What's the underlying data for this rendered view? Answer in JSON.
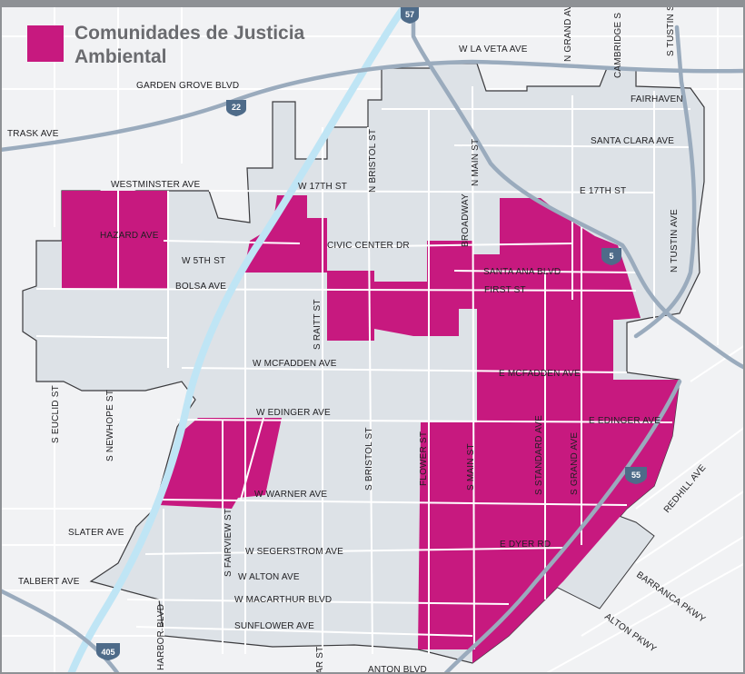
{
  "legend": {
    "title": "Comunidades de Justicia Ambiental",
    "color": "#c7197f"
  },
  "colors": {
    "background": "#f1f2f4",
    "city_area": "#dde2e7",
    "highlight": "#c7197f",
    "river": "#bfe5f5",
    "freeway": "#9aabbd",
    "shield": "#4e6b89"
  },
  "street_labels": {
    "w_la_veta_ave": "W LA VETA AVE",
    "n_grand_ave": "N GRAND AV",
    "cambridge_st": "CAMBRIDGE S",
    "s_tustin_st": "S TUSTIN S",
    "garden_grove_blvd": "GARDEN GROVE BLVD",
    "fairhaven": "FAIRHAVEN",
    "trask_ave": "TRASK AVE",
    "n_bristol_st": "N BRISTOL ST",
    "n_main_st": "N MAIN ST",
    "santa_clara_ave": "SANTA CLARA AVE",
    "westminster_ave": "WESTMINSTER AVE",
    "w_17th_st": "W 17TH ST",
    "e_17th_st": "E 17TH ST",
    "broadway": "BROADWAY",
    "hazard_ave": "HAZARD AVE",
    "n_tustin_ave": "N TUSTIN AVE",
    "civic_center_dr": "CIVIC CENTER DR",
    "w_5th_st": "W 5TH ST",
    "santa_ana_blvd": "SANTA ANA BLVD",
    "bolsa_ave": "BOLSA AVE",
    "first_st": "FIRST ST",
    "s_raitt_st": "S RAITT ST",
    "w_mcfadden_ave": "W MCFADDEN AVE",
    "e_mcfadden_ave": "E MCFADDEN AVE",
    "s_euclid_st": "S EUCLID ST",
    "s_newhope_st": "S NEWHOPE ST",
    "w_edinger_ave": "W EDINGER AVE",
    "e_edinger_ave": "E EDINGER AVE",
    "s_bristol_st": "S BRISTOL ST",
    "flower_st": "FLOWER ST",
    "s_main_st": "S MAIN ST",
    "s_standard_ave": "S STANDARD AVE",
    "s_grand_ave": "S GRAND AVE",
    "redhill_ave": "REDHILL AVE",
    "w_warner_ave": "W WARNER AVE",
    "slater_ave": "SLATER AVE",
    "e_dyer_rd": "E DYER RD",
    "s_fairview_st": "S FAIRVIEW ST",
    "w_segerstrom_ave": "W SEGERSTROM AVE",
    "talbert_ave": "TALBERT AVE",
    "w_alton_ave": "W ALTON AVE",
    "barranca_pkwy": "BARRANCA PKWY",
    "w_macarthur_blvd": "W MACARTHUR BLVD",
    "harbor_blvd": "HARBOR BLVD",
    "sunflower_ave": "SUNFLOWER AVE",
    "alton_pkwy": "ALTON PKWY",
    "ar_st": "AR ST",
    "anton_blvd": "ANTON BLVD"
  },
  "shields": {
    "sr57": "57",
    "sr22": "22",
    "i5": "5",
    "sr55": "55",
    "i405": "405"
  }
}
